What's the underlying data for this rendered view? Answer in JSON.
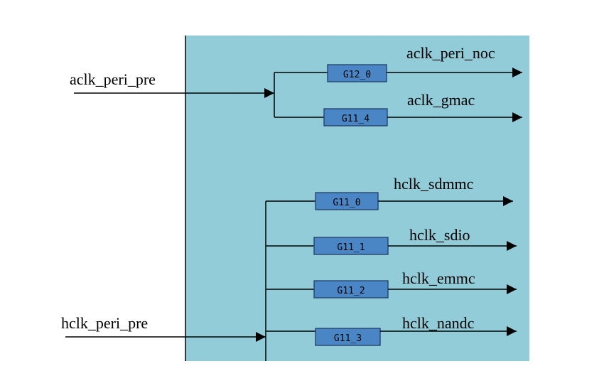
{
  "diagram": {
    "background_color": "#92ccd9",
    "gate_color": "#4a86c6",
    "line_color": "#000000",
    "inputs": [
      {
        "label": "aclk_peri_pre"
      },
      {
        "label": "hclk_peri_pre"
      }
    ],
    "gates": [
      {
        "label": "G12_0",
        "output": "aclk_peri_noc"
      },
      {
        "label": "G11_4",
        "output": "aclk_gmac"
      },
      {
        "label": "G11_0",
        "output": "hclk_sdmmc"
      },
      {
        "label": "G11_1",
        "output": "hclk_sdio"
      },
      {
        "label": "G11_2",
        "output": "hclk_emmc"
      },
      {
        "label": "G11_3",
        "output": "hclk_nandc"
      }
    ]
  }
}
